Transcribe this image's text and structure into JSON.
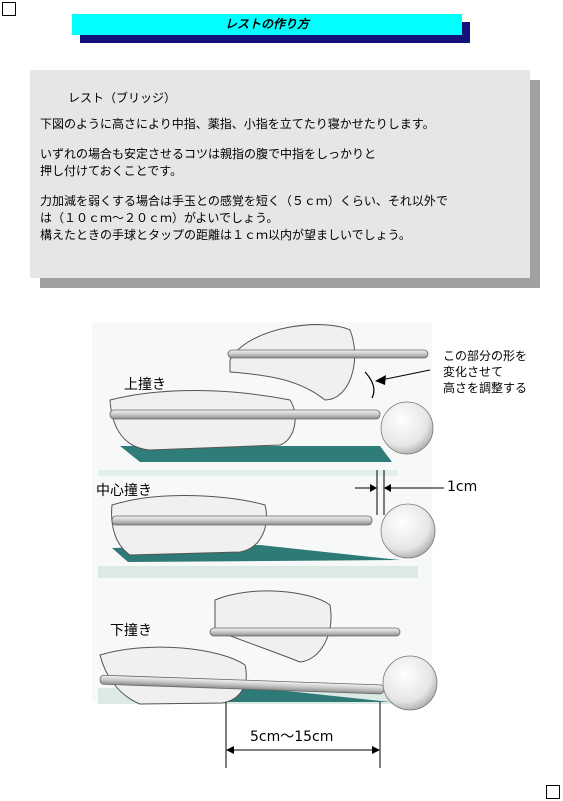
{
  "page": {
    "title": "レストの作り方"
  },
  "panel": {
    "subtitle": "レスト（ブリッジ）",
    "paragraphs": [
      "下図のように高さにより中指、薬指、小指を立てたり寝かせたりします。",
      "いずれの場合も安定させるコツは親指の腹で中指をしっかりと\n押し付けておくことです。",
      "力加減を弱くする場合は手玉との感覚を短く（５ｃｍ）くらい、それ以外で\nは（１０ｃｍ～２０ｃｍ）がよいでしょう。\n構えたときの手球とタップの距離は１ｃｍ以内が望ましいでしょう。"
    ]
  },
  "figure": {
    "labels": {
      "top": "上撞き",
      "middle": "中心撞き",
      "bottom": "下撞き"
    },
    "note": "この部分の形を\n変化させて\n高さを調整する",
    "gap_label": "1cm",
    "distance_label": "5cm～15cm"
  }
}
